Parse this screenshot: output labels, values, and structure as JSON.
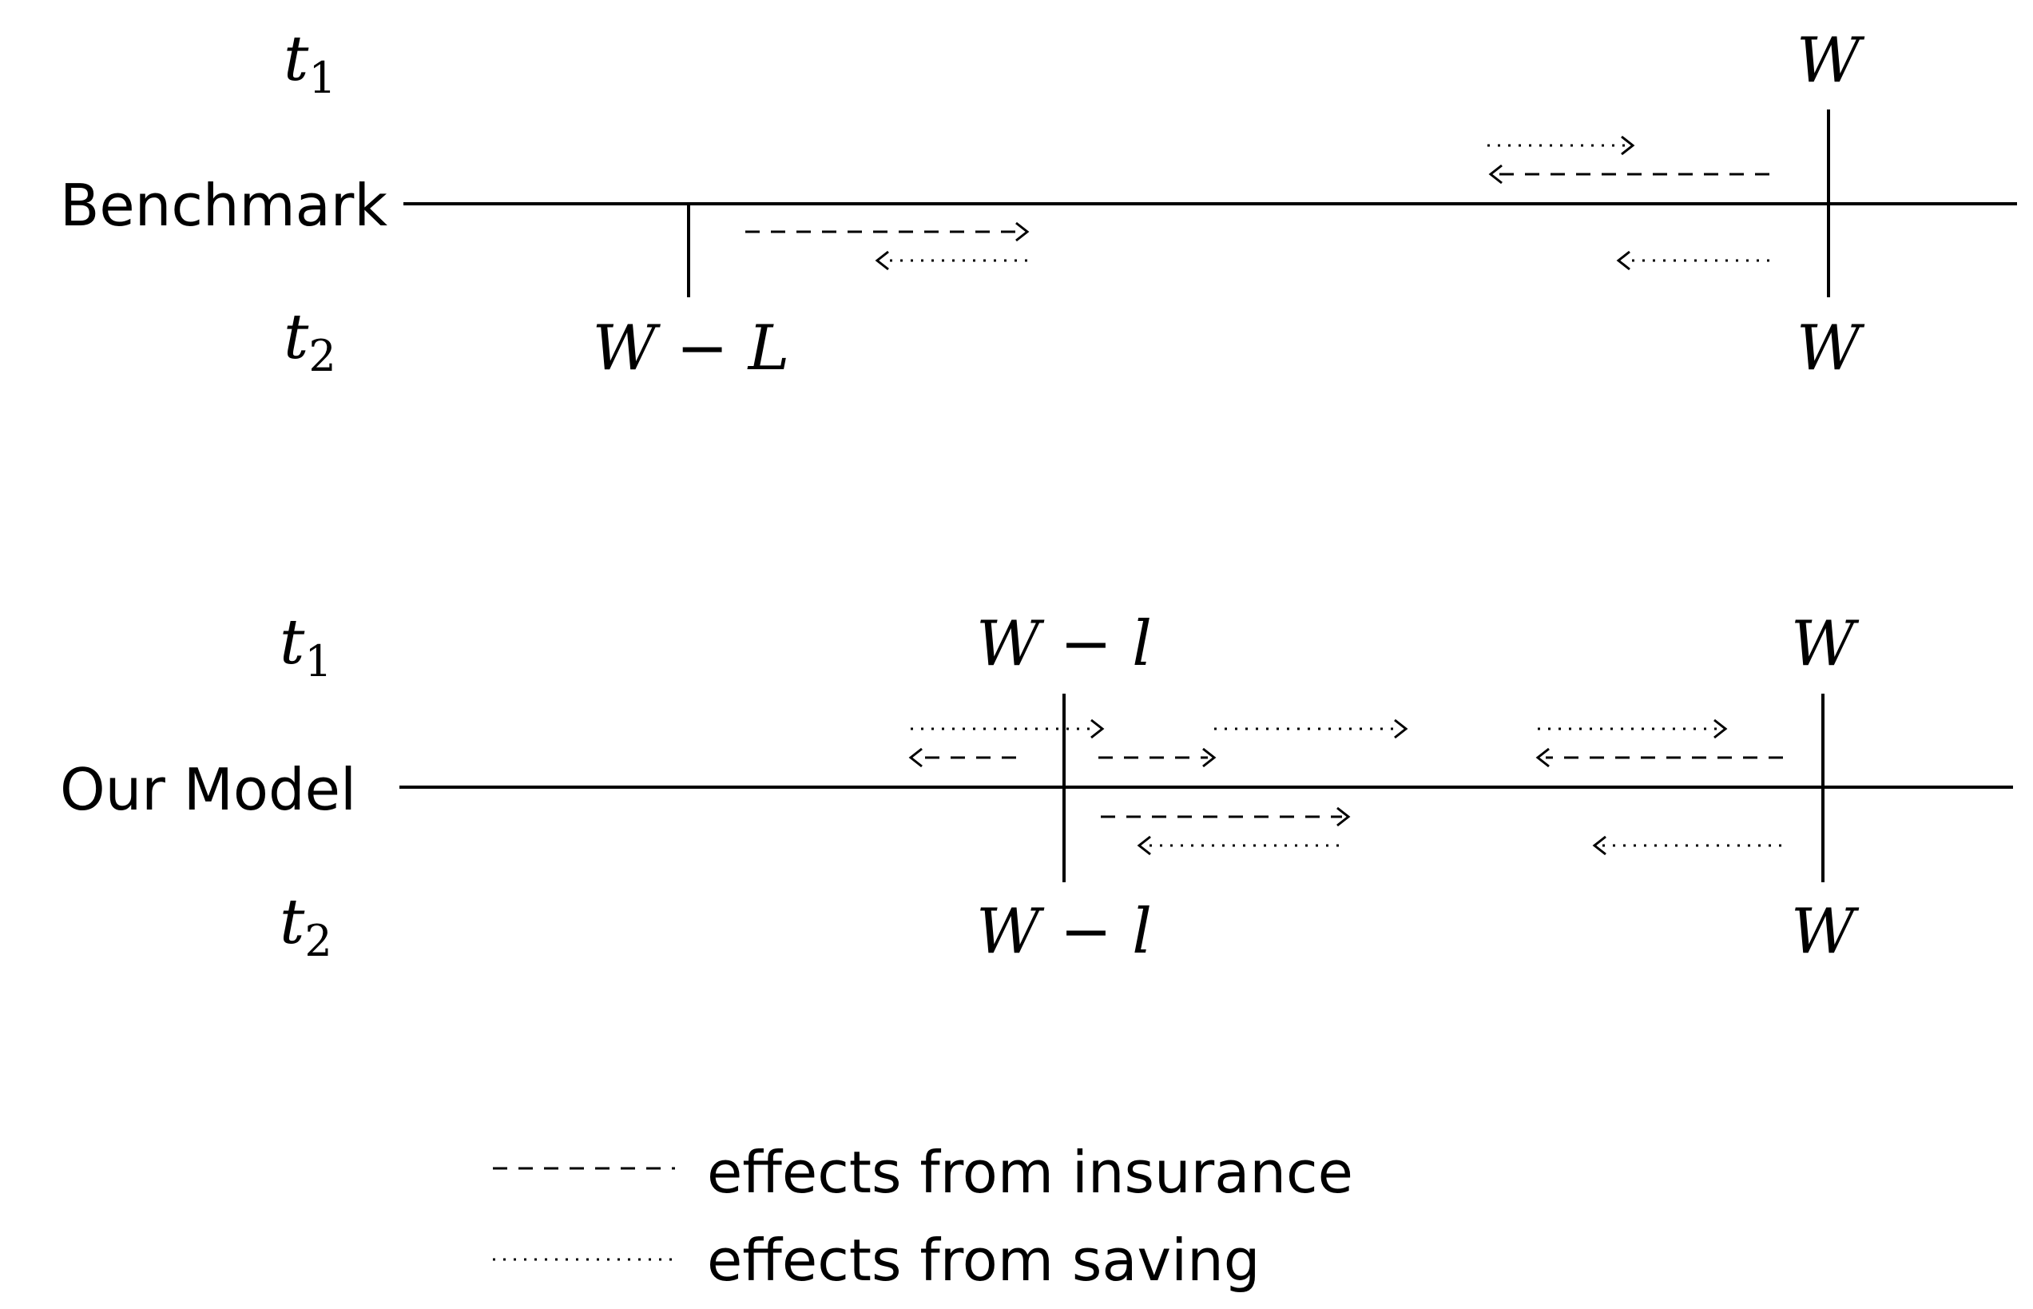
{
  "benchmark": {
    "label": "Benchmark",
    "t1": {
      "base": "t",
      "sub": "1"
    },
    "t2": {
      "base": "t",
      "sub": "2"
    },
    "top_marks": [
      "W"
    ],
    "bottom_marks": [
      "W − L",
      "W"
    ]
  },
  "model": {
    "label": "Our Model",
    "t1": {
      "base": "t",
      "sub": "1"
    },
    "t2": {
      "base": "t",
      "sub": "2"
    },
    "top_marks": [
      "W − l",
      "W"
    ],
    "bottom_marks": [
      "W − l",
      "W"
    ]
  },
  "legend": {
    "insurance": "effects from insurance",
    "saving": "effects from saving"
  },
  "styles": {
    "insurance": "dashed",
    "saving": "dotted"
  }
}
